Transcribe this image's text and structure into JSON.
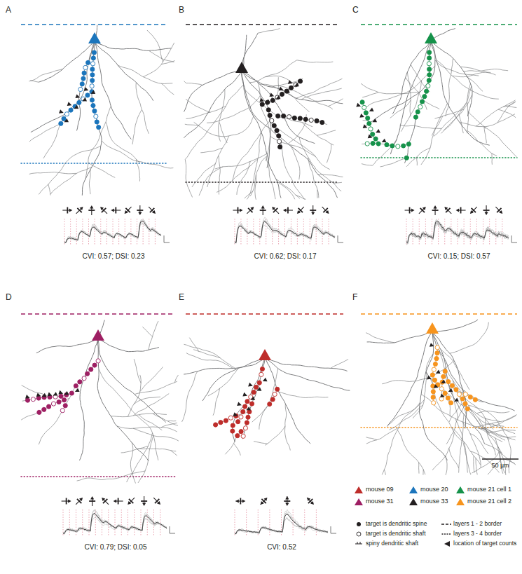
{
  "diagram": {
    "labels": [
      "A",
      "B",
      "C",
      "CVI: 0.57; DSI: 0.23",
      "CVI: 0.62; DSI: 0.17",
      "CVI: 0.15; DSI: 0.57",
      "D",
      "E",
      "F",
      "CVI: 0.79; DSI: 0.05",
      "CVI: 0.52",
      "50 µm"
    ],
    "legend": [
      {
        "text": "mouse 09",
        "color": "#be2d2a"
      },
      {
        "text": "mouse 20",
        "color": "#1b75bc"
      },
      {
        "text": "mouse 21 cell 1",
        "color": "#15924a"
      },
      {
        "text": "mouse 31",
        "color": "#9e1f63"
      },
      {
        "text": "mouse 33",
        "color": "#231f20"
      },
      {
        "text": "mouse 21 cell 2",
        "color": "#f7941d"
      },
      {
        "text": "target is dendritic spine"
      },
      {
        "text": "layers 1 - 2 border"
      },
      {
        "text": "target is dendritic shaft"
      },
      {
        "text": "layers 3 - 4 border"
      },
      {
        "text": "spiny dendritic shaft"
      },
      {
        "text": "location of target counts"
      }
    ]
  }
}
